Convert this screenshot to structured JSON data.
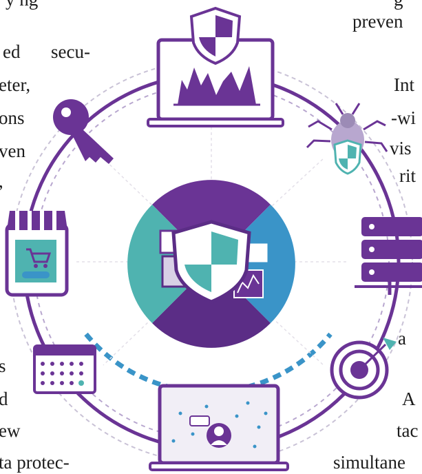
{
  "text_fragments": {
    "left": [
      "y ng",
      "ed",
      "secu-",
      "eter,",
      "ons",
      "ven",
      ",",
      "s",
      "d",
      "ew",
      "ta protec-"
    ],
    "right": [
      "g",
      "preven",
      "Int",
      "-wi",
      "vis",
      "rit",
      "a",
      "A",
      "tac",
      "simultane"
    ]
  },
  "icons": [
    "shield-icon",
    "laptop-chart-icon",
    "key-icon",
    "bug-icon",
    "shop-icon",
    "server-icon",
    "calendar-icon",
    "target-icon",
    "laptop-user-icon"
  ],
  "colors": {
    "purple": "#6a3495",
    "dark_purple": "#5b2d86",
    "teal": "#4fb3b0",
    "blue": "#3a94c8",
    "light_lavender": "#b8a7cf",
    "dashed_blue": "#3a94c8"
  }
}
